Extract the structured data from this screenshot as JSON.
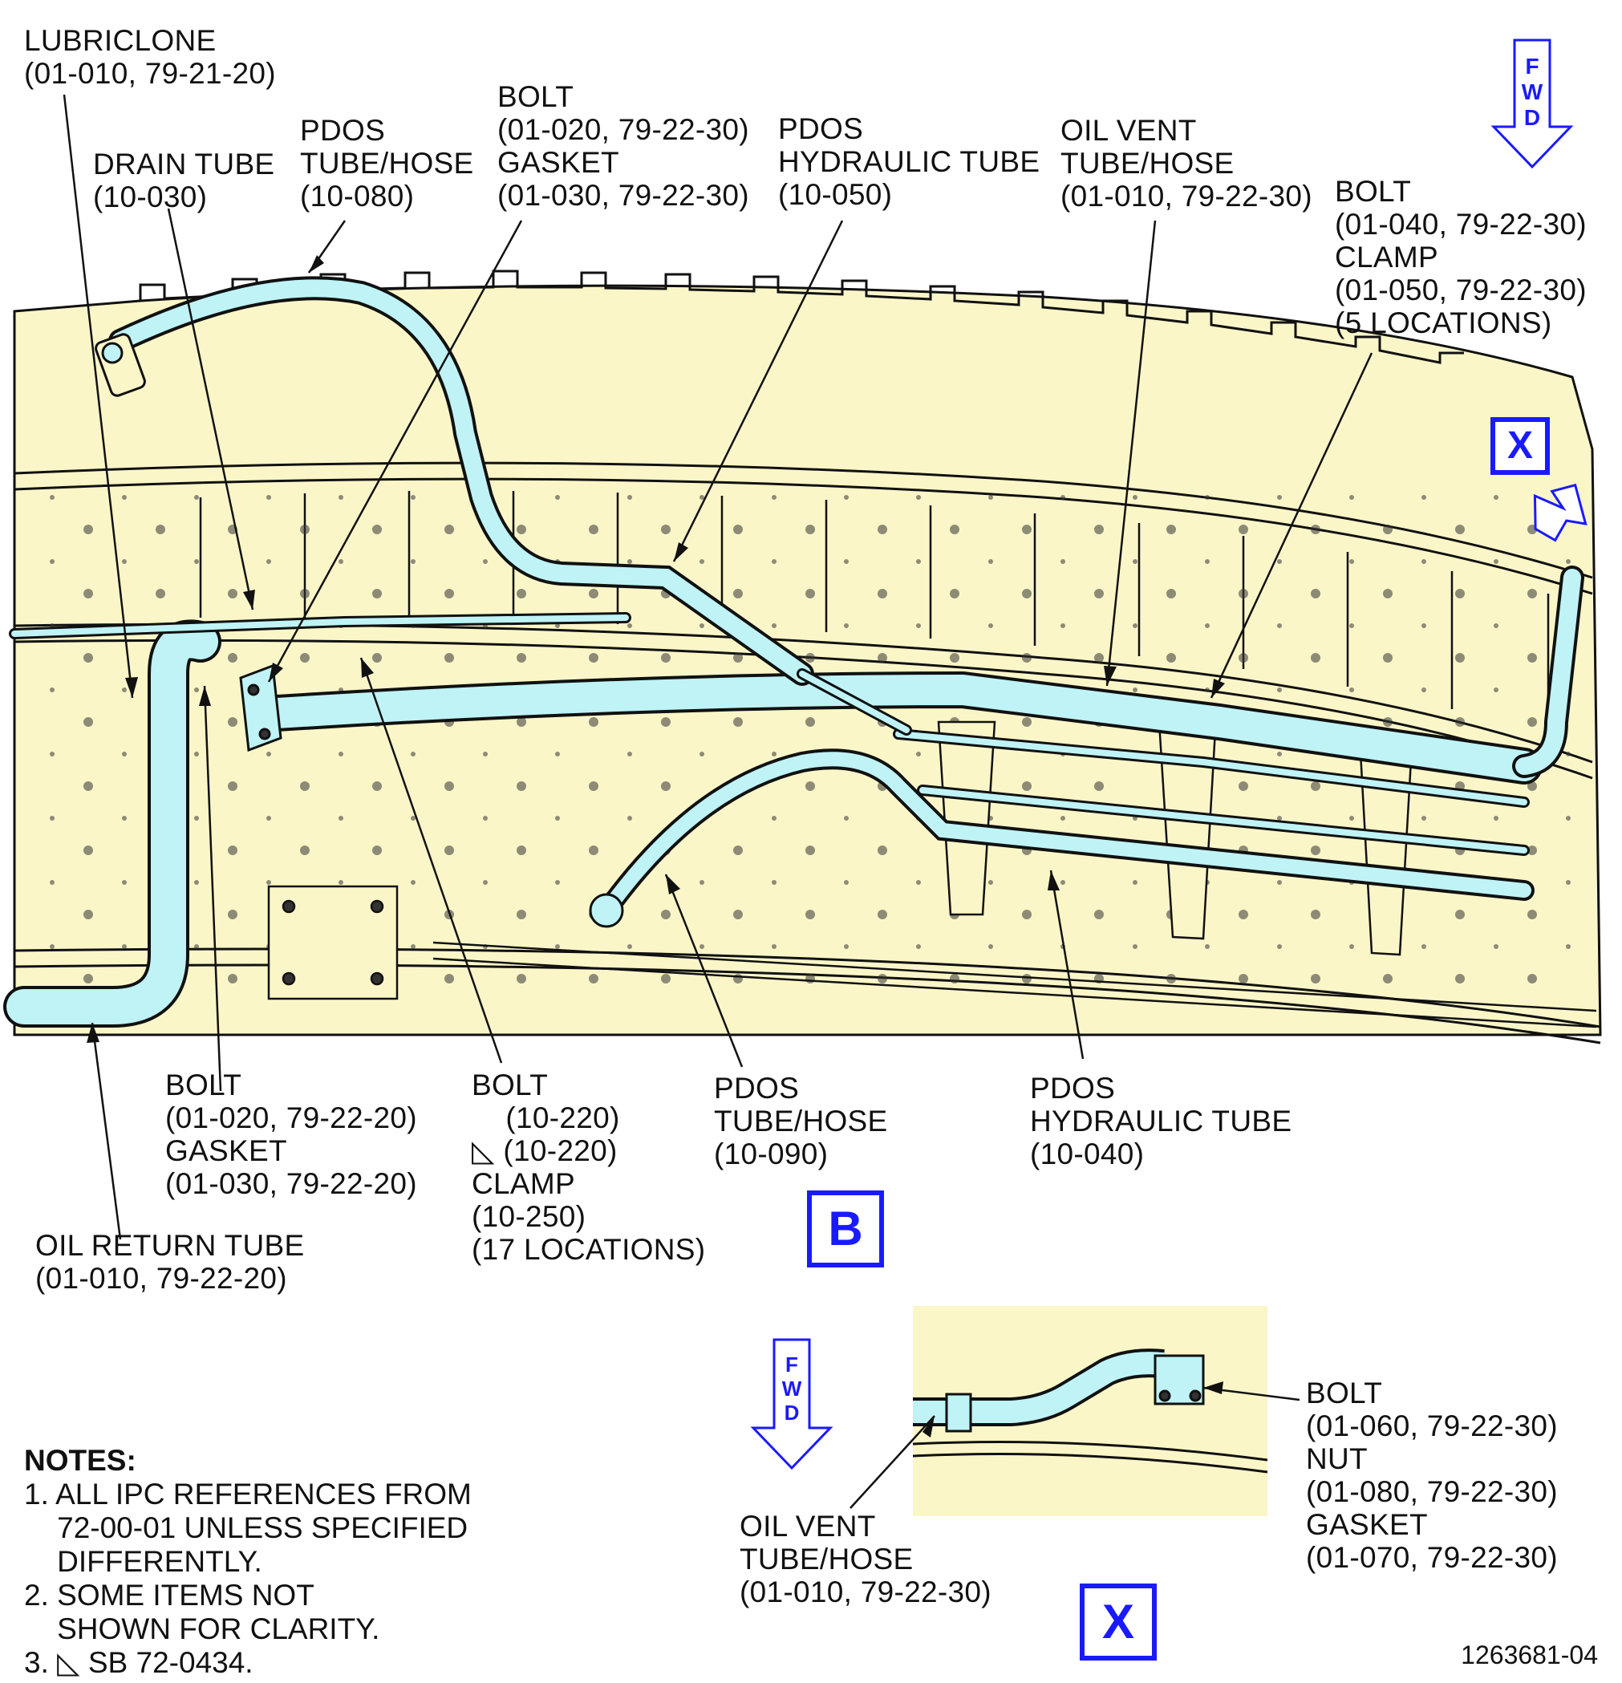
{
  "fwd_label": "F\nW\nD",
  "view_labels": {
    "main": "B",
    "detail": "X"
  },
  "callouts": {
    "lubriclone": [
      "LUBRICLONE",
      "(01-010, 79-21-20)"
    ],
    "drain_tube": [
      "DRAIN TUBE",
      "(10-030)"
    ],
    "pdos_tube_hose_080": [
      "PDOS",
      "TUBE/HOSE",
      "(10-080)"
    ],
    "bolt_gasket_7922_30": [
      "BOLT",
      "(01-020, 79-22-30)",
      "GASKET",
      "(01-030, 79-22-30)"
    ],
    "pdos_hydraulic_050": [
      "PDOS",
      "HYDRAULIC TUBE",
      "(10-050)"
    ],
    "oil_vent_top": [
      "OIL VENT",
      "TUBE/HOSE",
      "(01-010, 79-22-30)"
    ],
    "bolt_clamp_5loc": [
      "BOLT",
      "(01-040, 79-22-30)",
      "CLAMP",
      "(01-050, 79-22-30)",
      "(5 LOCATIONS)"
    ],
    "bolt_gasket_7922_20": [
      "BOLT",
      "(01-020, 79-22-20)",
      "GASKET",
      "(01-030, 79-22-20)"
    ],
    "bolt_clamp_17loc": [
      "BOLT",
      "    (10-220)",
      "◺ (10-220)",
      "CLAMP",
      "(10-250)",
      "(17 LOCATIONS)"
    ],
    "pdos_tube_hose_090": [
      "PDOS",
      "TUBE/HOSE",
      "(10-090)"
    ],
    "pdos_hydraulic_040": [
      "PDOS",
      "HYDRAULIC TUBE",
      "(10-040)"
    ],
    "oil_return_tube": [
      "OIL RETURN TUBE",
      "(01-010, 79-22-20)"
    ],
    "oil_vent_detail": [
      "OIL VENT",
      "TUBE/HOSE",
      "(01-010, 79-22-30)"
    ],
    "bolt_nut_gasket_detail": [
      "BOLT",
      "(01-060, 79-22-30)",
      "NUT",
      "(01-080, 79-22-30)",
      "GASKET",
      "(01-070, 79-22-30)"
    ]
  },
  "notes": {
    "heading": "NOTES:",
    "items": [
      "1. ALL IPC REFERENCES FROM\n    72-00-01 UNLESS SPECIFIED\n    DIFFERENTLY.",
      "2. SOME ITEMS NOT\n    SHOWN FOR CLARITY.",
      "3. ◺ SB 72-0434."
    ]
  },
  "figure_id": "1263681-04",
  "colors": {
    "engine_fill": "#fbf6c8",
    "tube_fill": "#bff3f6",
    "outline": "#111111",
    "view_blue": "#1a1aff"
  }
}
